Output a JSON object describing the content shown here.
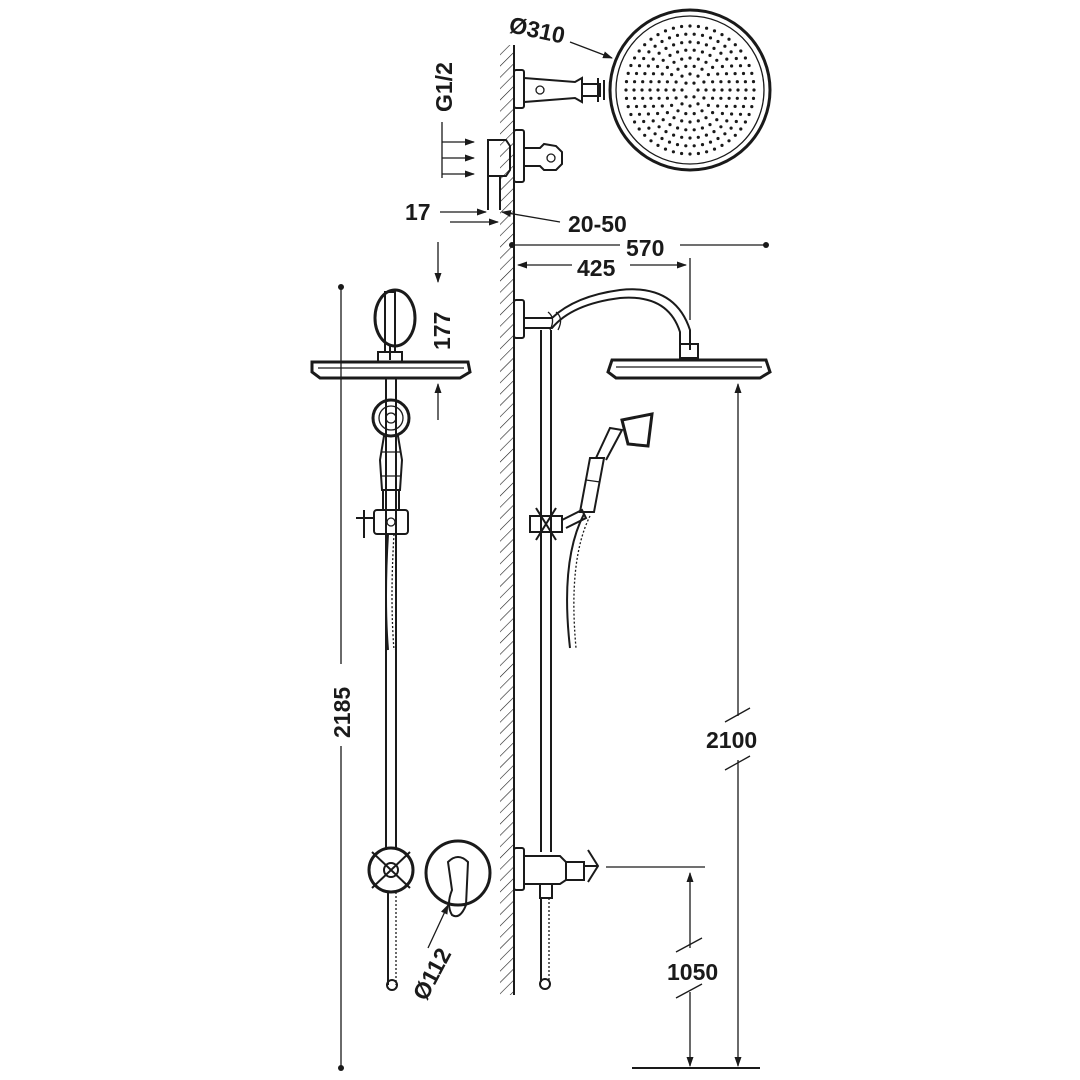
{
  "dimensions": {
    "head_diameter": "Ø310",
    "inlet_thread": "G1/2",
    "wall_offset": "17",
    "recess_depth": "20-50",
    "total_projection": "570",
    "arm_projection": "425",
    "arm_drop": "177",
    "total_height": "2185",
    "head_height": "2100",
    "mixer_height": "1050",
    "plate_diameter": "Ø112"
  },
  "colors": {
    "ink": "#1a1a1a",
    "background": "#ffffff"
  }
}
